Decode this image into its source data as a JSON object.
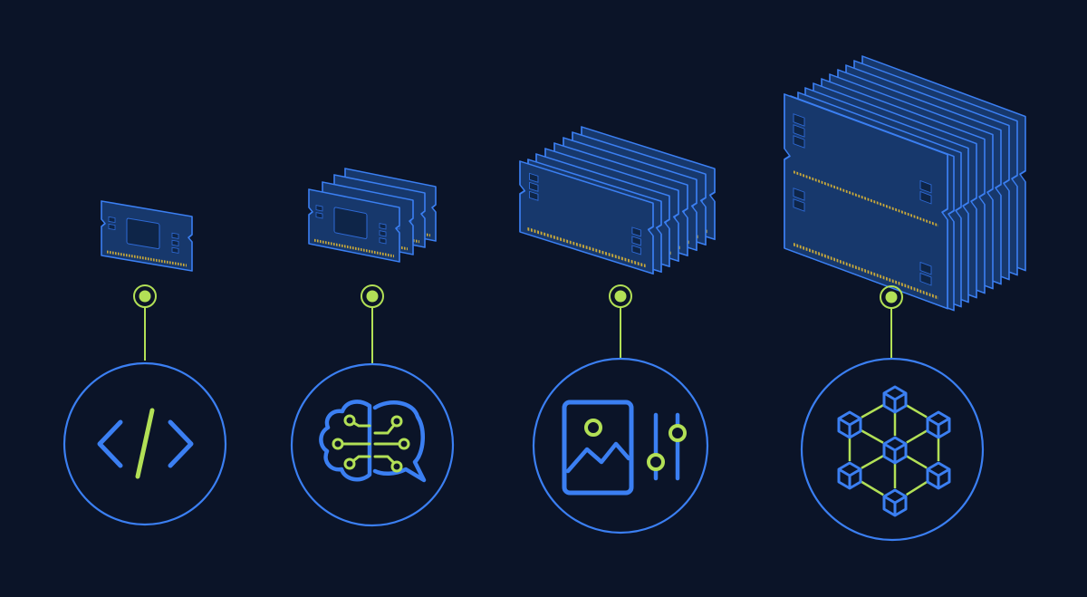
{
  "colors": {
    "background": "#0b1428",
    "module_fill": "#17386c",
    "module_outline": "#3b7ff2",
    "module_edge": "#1c4a92",
    "chip_fill": "#0e2548",
    "pins": "#c9a93a",
    "icon_blue": "#3b7ff2",
    "icon_green": "#b2e056"
  },
  "columns": [
    {
      "name": "code",
      "module_count": 1,
      "icon": "code-brackets-icon"
    },
    {
      "name": "ai",
      "module_count": 4,
      "icon": "brain-chat-icon"
    },
    {
      "name": "media",
      "module_count": 8,
      "icon": "image-sliders-icon"
    },
    {
      "name": "network",
      "module_count": 12,
      "icon": "cube-network-icon"
    }
  ]
}
